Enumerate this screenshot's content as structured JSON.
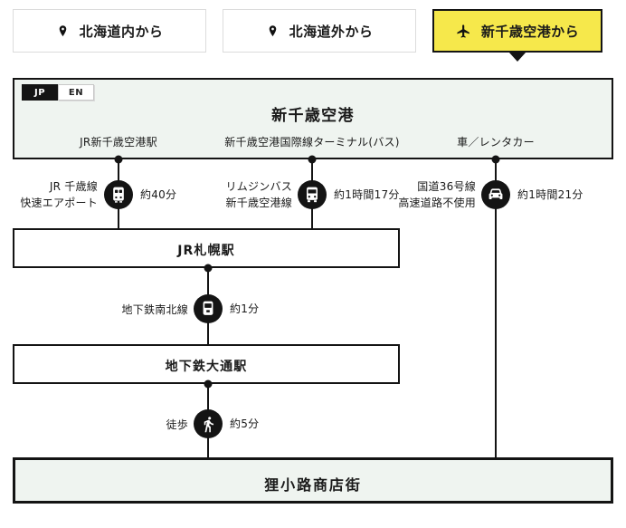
{
  "tabs": [
    {
      "label": "北海道内から",
      "icon": "location-pin-icon",
      "active": false
    },
    {
      "label": "北海道外から",
      "icon": "location-pin-icon",
      "active": false
    },
    {
      "label": "新千歳空港から",
      "icon": "airplane-icon",
      "active": true
    }
  ],
  "language_toggle": {
    "jp": "JP",
    "en": "EN",
    "selected": "JP"
  },
  "colors": {
    "accent_yellow": "#f6e84b",
    "panel_green": "#eff4f0",
    "line_black": "#141414",
    "tab_border": "#dcdcdc"
  },
  "diagram": {
    "origin_title": "新千歳空港",
    "columns": [
      {
        "departure_point": "JR新千歳空港駅",
        "method_line1": "JR 千歳線",
        "method_line2": "快速エアポート",
        "icon": "train-icon",
        "duration": "約40分"
      },
      {
        "departure_point": "新千歳空港国際線ターミナル(バス)",
        "method_line1": "リムジンバス",
        "method_line2": "新千歳空港線",
        "icon": "bus-icon",
        "duration": "約1時間17分"
      },
      {
        "departure_point": "車／レンタカー",
        "method_line1": "国道36号線",
        "method_line2": "高速道路不使用",
        "icon": "car-icon",
        "duration": "約1時間21分"
      }
    ],
    "station1": "JR札幌駅",
    "leg2": {
      "method": "地下鉄南北線",
      "icon": "subway-icon",
      "duration": "約1分"
    },
    "station2": "地下鉄大通駅",
    "leg3": {
      "method": "徒歩",
      "icon": "walk-icon",
      "duration": "約5分"
    },
    "destination": "狸小路商店街"
  }
}
